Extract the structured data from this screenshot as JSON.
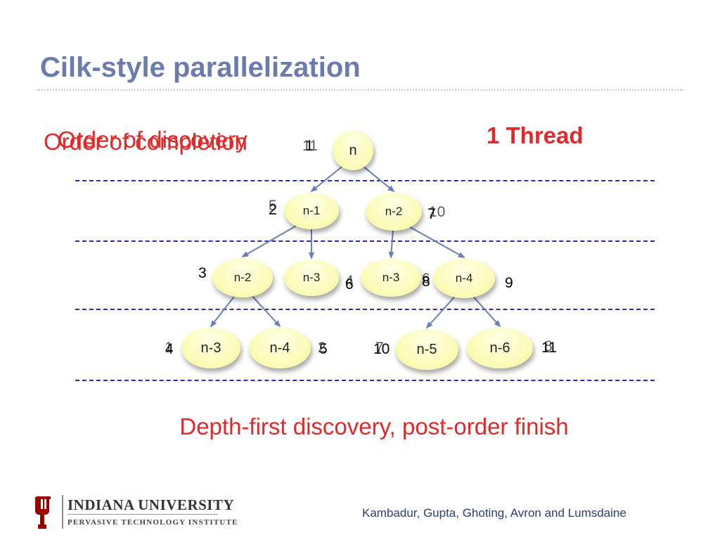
{
  "slide": {
    "title": "Cilk-style parallelization",
    "label_discovery": "Order of discovery",
    "label_completion": "Order of completion",
    "thread_label": "1 Thread",
    "caption": "Depth-first discovery, post-order finish",
    "credit": "Kambadur, Gupta, Ghoting, Avron and Lumsdaine"
  },
  "logo": {
    "university": "INDIANA UNIVERSITY",
    "institute": "PERVASIVE TECHNOLOGY INSTITUTE"
  },
  "colors": {
    "title": "#6b7bae",
    "emphasis": "#e02a2a",
    "level_line": "#2a2ab4",
    "node_fill": "#fbfbb6",
    "edge": "#6a7fb5",
    "logo_red": "#990000"
  },
  "tree": {
    "nodes": [
      {
        "id": "n",
        "label": "n",
        "discovery": "1",
        "completion": "11"
      },
      {
        "id": "a",
        "label": "n-1",
        "discovery": "2",
        "completion": "5"
      },
      {
        "id": "b",
        "label": "n-2",
        "discovery": "7",
        "completion": "10"
      },
      {
        "id": "aa",
        "label": "n-2",
        "discovery": "3",
        "completion": "3"
      },
      {
        "id": "ab",
        "label": "n-3",
        "discovery": "6",
        "completion": "4"
      },
      {
        "id": "ba",
        "label": "n-3",
        "discovery": "8",
        "completion": "6"
      },
      {
        "id": "bb",
        "label": "n-4",
        "discovery": "9",
        "completion": "9"
      },
      {
        "id": "aaa",
        "label": "n-3",
        "discovery": "4",
        "completion": "1"
      },
      {
        "id": "aab",
        "label": "n-4",
        "discovery": "5",
        "completion": "2"
      },
      {
        "id": "bba",
        "label": "n-5",
        "discovery": "10",
        "completion": "7"
      },
      {
        "id": "bbb",
        "label": "n-6",
        "discovery": "11",
        "completion": "8"
      }
    ],
    "edges": [
      [
        "n",
        "a"
      ],
      [
        "n",
        "b"
      ],
      [
        "a",
        "aa"
      ],
      [
        "a",
        "ab"
      ],
      [
        "b",
        "ba"
      ],
      [
        "b",
        "bb"
      ],
      [
        "aa",
        "aaa"
      ],
      [
        "aa",
        "aab"
      ],
      [
        "bb",
        "bba"
      ],
      [
        "bb",
        "bbb"
      ]
    ]
  }
}
